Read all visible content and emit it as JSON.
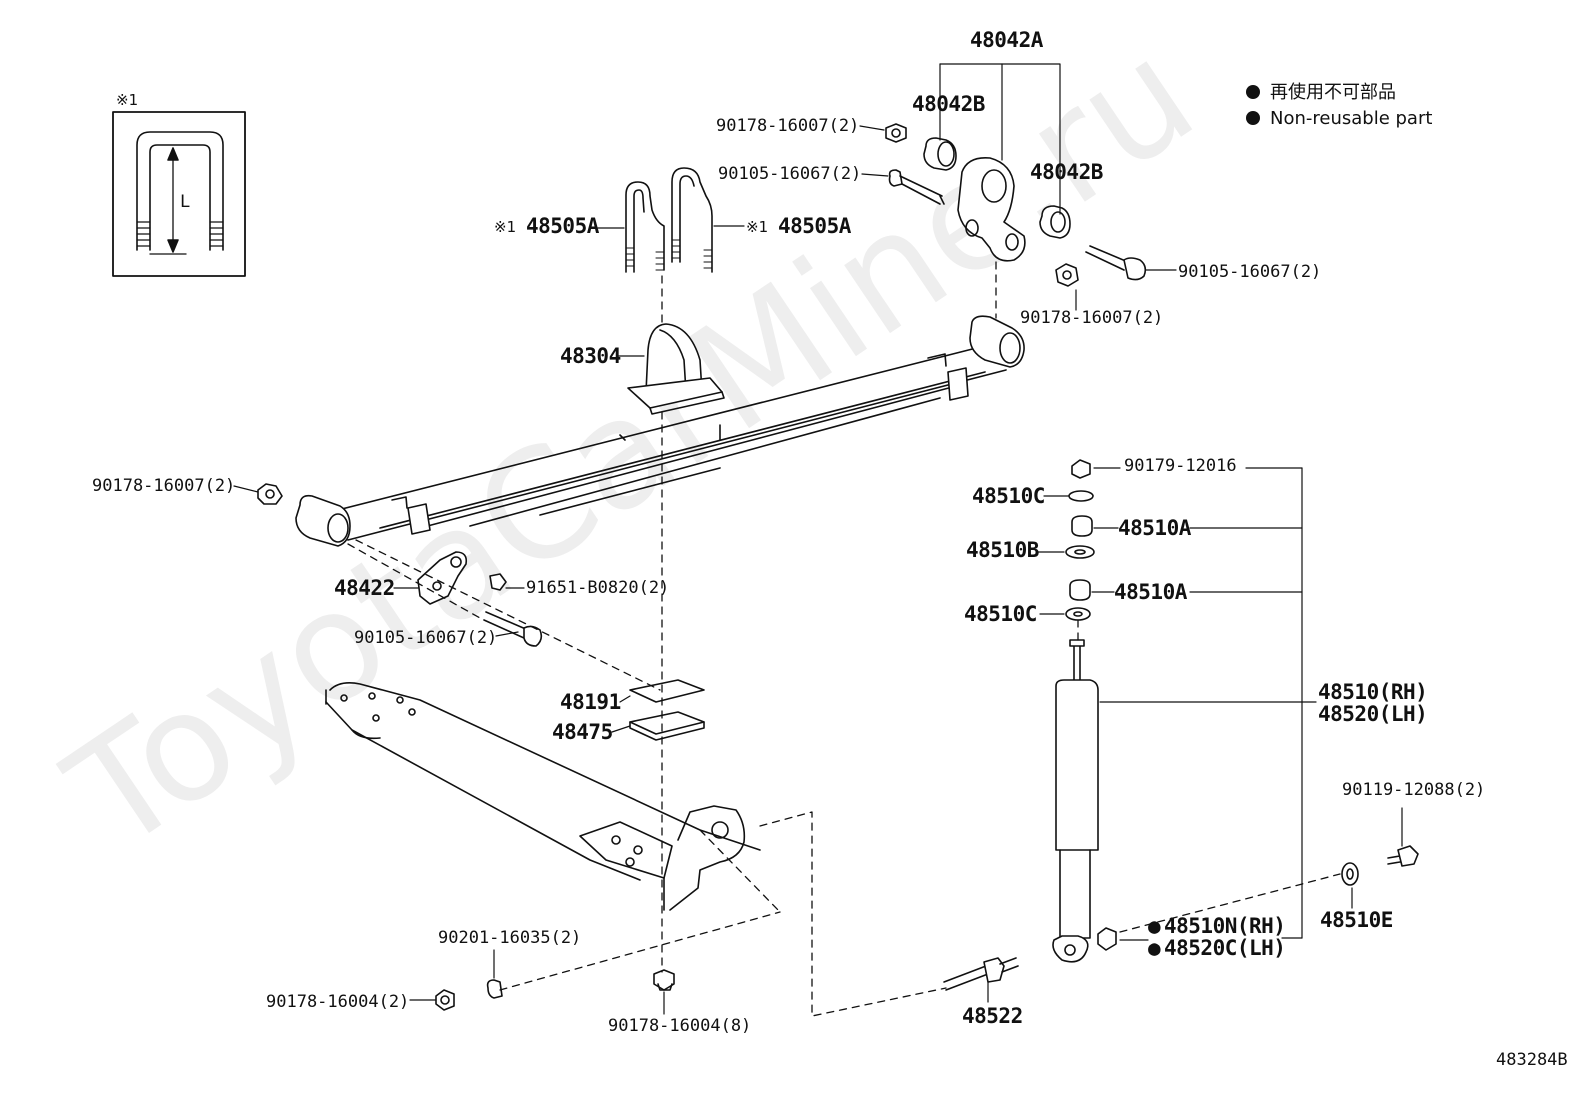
{
  "watermark": "ToyotaCarMine.ru",
  "legend": {
    "line1": "再使用不可部品",
    "line2": "Non-reusable part"
  },
  "inset": {
    "mark": "※1",
    "dim": "L"
  },
  "diagram_id": "483284B",
  "callouts": {
    "p48042A": "48042A",
    "p48042B_left": "48042B",
    "p48042B_right": "48042B",
    "p90178_16007_top": "90178-16007(2)",
    "p90105_16067_top": "90105-16067(2)",
    "p48505A_left_mark": "※1",
    "p48505A_left": "48505A",
    "p48505A_right_mark": "※1",
    "p48505A_right": "48505A",
    "p90105_16067_right": "90105-16067(2)",
    "p90178_16007_right": "90178-16007(2)",
    "p48304": "48304",
    "p90178_16007_left": "90178-16007(2)",
    "p48422": "48422",
    "p91651_B0820": "91651-B0820(2)",
    "p90105_16067_bottom": "90105-16067(2)",
    "p48191": "48191",
    "p48475": "48475",
    "p90179_12016": "90179-12016",
    "p48510C_top": "48510C",
    "p48510A_top": "48510A",
    "p48510B": "48510B",
    "p48510A_bottom": "48510A",
    "p48510C_bottom": "48510C",
    "p48510_RH": "48510(RH)",
    "p48520_LH": "48520(LH)",
    "p90119_12088": "90119-12088(2)",
    "p48510E": "48510E",
    "p48510N_RH": "48510N(RH)",
    "p48520C_LH": "48520C(LH)",
    "p48510N_dot": "●",
    "p48520C_dot": "●",
    "p90201_16035": "90201-16035(2)",
    "p90178_16004_left": "90178-16004(2)",
    "p90178_16004_bottom": "90178-16004(8)",
    "p48522": "48522"
  }
}
